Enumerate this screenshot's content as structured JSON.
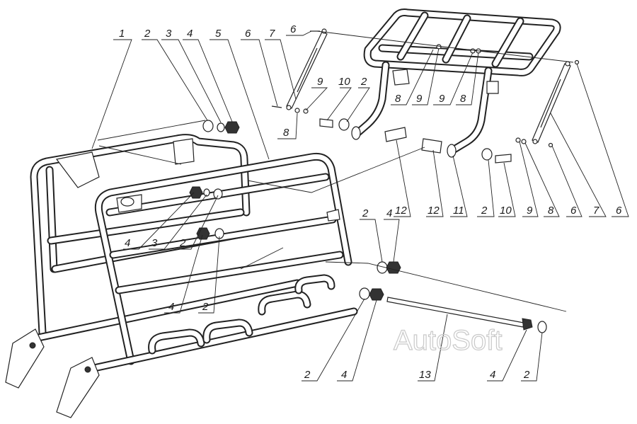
{
  "watermark": "AutoSoft",
  "callouts": [
    {
      "id": "c1",
      "text": "1"
    },
    {
      "id": "c2a",
      "text": "2"
    },
    {
      "id": "c3a",
      "text": "3"
    },
    {
      "id": "c4a",
      "text": "4"
    },
    {
      "id": "c5",
      "text": "5"
    },
    {
      "id": "c6a",
      "text": "6"
    },
    {
      "id": "c7a",
      "text": "7"
    },
    {
      "id": "c6b",
      "text": "6"
    },
    {
      "id": "c9a",
      "text": "9"
    },
    {
      "id": "c10a",
      "text": "10"
    },
    {
      "id": "c2b",
      "text": "2"
    },
    {
      "id": "c8a",
      "text": "8"
    },
    {
      "id": "c8b",
      "text": "8"
    },
    {
      "id": "c9b",
      "text": "9"
    },
    {
      "id": "c9c",
      "text": "9"
    },
    {
      "id": "c8c",
      "text": "8"
    },
    {
      "id": "c12a",
      "text": "12"
    },
    {
      "id": "c12b",
      "text": "12"
    },
    {
      "id": "c11",
      "text": "11"
    },
    {
      "id": "c2c",
      "text": "2"
    },
    {
      "id": "c10b",
      "text": "10"
    },
    {
      "id": "c9d",
      "text": "9"
    },
    {
      "id": "c8d",
      "text": "8"
    },
    {
      "id": "c6c",
      "text": "6"
    },
    {
      "id": "c7b",
      "text": "7"
    },
    {
      "id": "c6d",
      "text": "6"
    },
    {
      "id": "c4b",
      "text": "4"
    },
    {
      "id": "c3b",
      "text": "3"
    },
    {
      "id": "c2d",
      "text": "2"
    },
    {
      "id": "c2e",
      "text": "2"
    },
    {
      "id": "c4c",
      "text": "4"
    },
    {
      "id": "c4d",
      "text": "4"
    },
    {
      "id": "c2f",
      "text": "2"
    },
    {
      "id": "c2g",
      "text": "2"
    },
    {
      "id": "c4e",
      "text": "4"
    },
    {
      "id": "c13",
      "text": "13"
    },
    {
      "id": "c4f",
      "text": "4"
    },
    {
      "id": "c2h",
      "text": "2"
    }
  ]
}
